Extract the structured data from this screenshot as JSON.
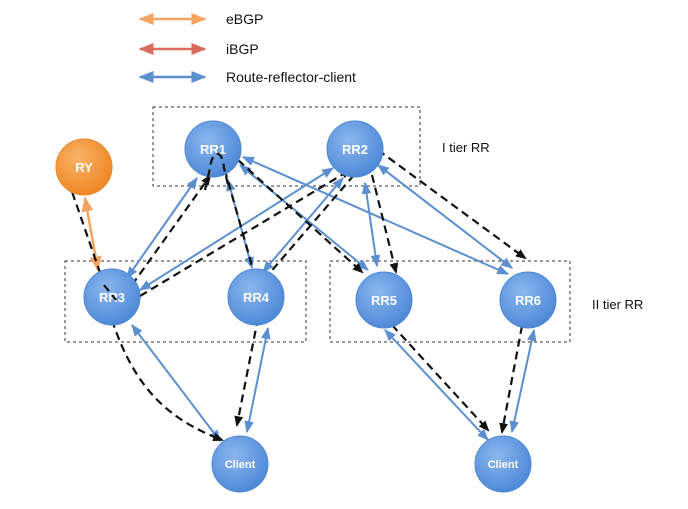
{
  "legend": {
    "ebgp": {
      "label": "eBGP",
      "color": "#f4a460"
    },
    "ibgp": {
      "label": "iBGP",
      "color": "#d96b5e"
    },
    "rrc": {
      "label": "Route-reflector-client",
      "color": "#5b8fd0"
    }
  },
  "tiers": {
    "tier1": {
      "label": "I tier RR"
    },
    "tier2": {
      "label": "II tier RR"
    }
  },
  "nodes": {
    "ry": {
      "label": "RY"
    },
    "rr1": {
      "label": "RR1"
    },
    "rr2": {
      "label": "RR2"
    },
    "rr3": {
      "label": "RR3"
    },
    "rr4": {
      "label": "RR4"
    },
    "rr5": {
      "label": "RR5"
    },
    "rr6": {
      "label": "RR6"
    },
    "client_left": {
      "label": "Client"
    },
    "client_right": {
      "label": "Client"
    }
  },
  "colors": {
    "node_blue": "#5f97df",
    "node_orange": "#f4912f",
    "path_dashed": "#111111"
  }
}
